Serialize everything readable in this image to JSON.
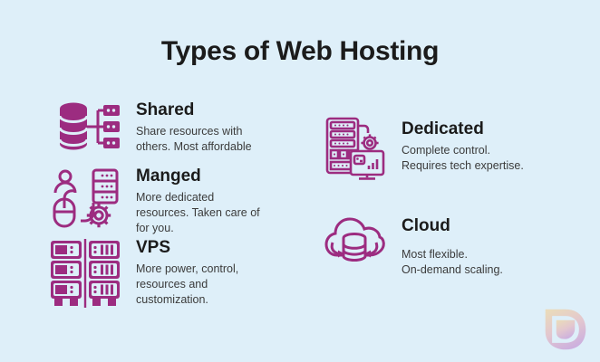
{
  "page": {
    "title": "Types of Web Hosting",
    "colors": {
      "bg": "#DEEFF9",
      "accent": "#9C2C80",
      "heading": "#1B1B1B",
      "body": "#3B3B3B"
    }
  },
  "items": [
    {
      "title": "Shared",
      "description": "Share resources with\nothers. Most affordable",
      "icon": "shared-database-icon"
    },
    {
      "title": "Manged",
      "description": "More dedicated\nresources. Taken care of\nfor you.",
      "icon": "managed-server-icon"
    },
    {
      "title": "VPS",
      "description": "More power, control,\nresources and\ncustomization.",
      "icon": "vps-rack-icon"
    },
    {
      "title": "Dedicated",
      "description": "Complete control.\nRequires tech expertise.",
      "icon": "dedicated-server-icon"
    },
    {
      "title": "Cloud",
      "description": "Most flexible.\nOn-demand scaling.",
      "icon": "cloud-database-icon"
    }
  ],
  "logo": {
    "name": "leaf-watermark-logo",
    "gradient_top": "#F6C97E",
    "gradient_middle": "#E8A0A6",
    "gradient_bottom": "#BC72C6"
  }
}
